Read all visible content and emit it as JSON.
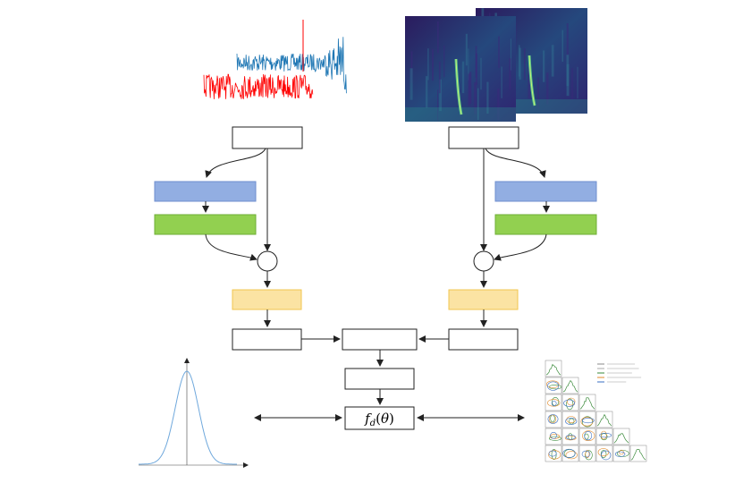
{
  "formula": {
    "f": "f",
    "sub": "d",
    "paren_open": "(",
    "theta": "θ",
    "paren_close": ")"
  },
  "colors": {
    "waveform_blue": "#1f77b4",
    "waveform_red": "#ff0000",
    "encoder_blue": "#92aee2",
    "encoder_green": "#92d050",
    "norm_yellow": "#fbe3a3",
    "prior_blue": "#6fa8dc",
    "spectrogram_bg": "#3a1f6b",
    "spectrogram_track": "#5fd38a"
  },
  "icons": [
    "time-series-waveform",
    "spectrogram",
    "gaussian-prior-plot",
    "corner-plot"
  ]
}
